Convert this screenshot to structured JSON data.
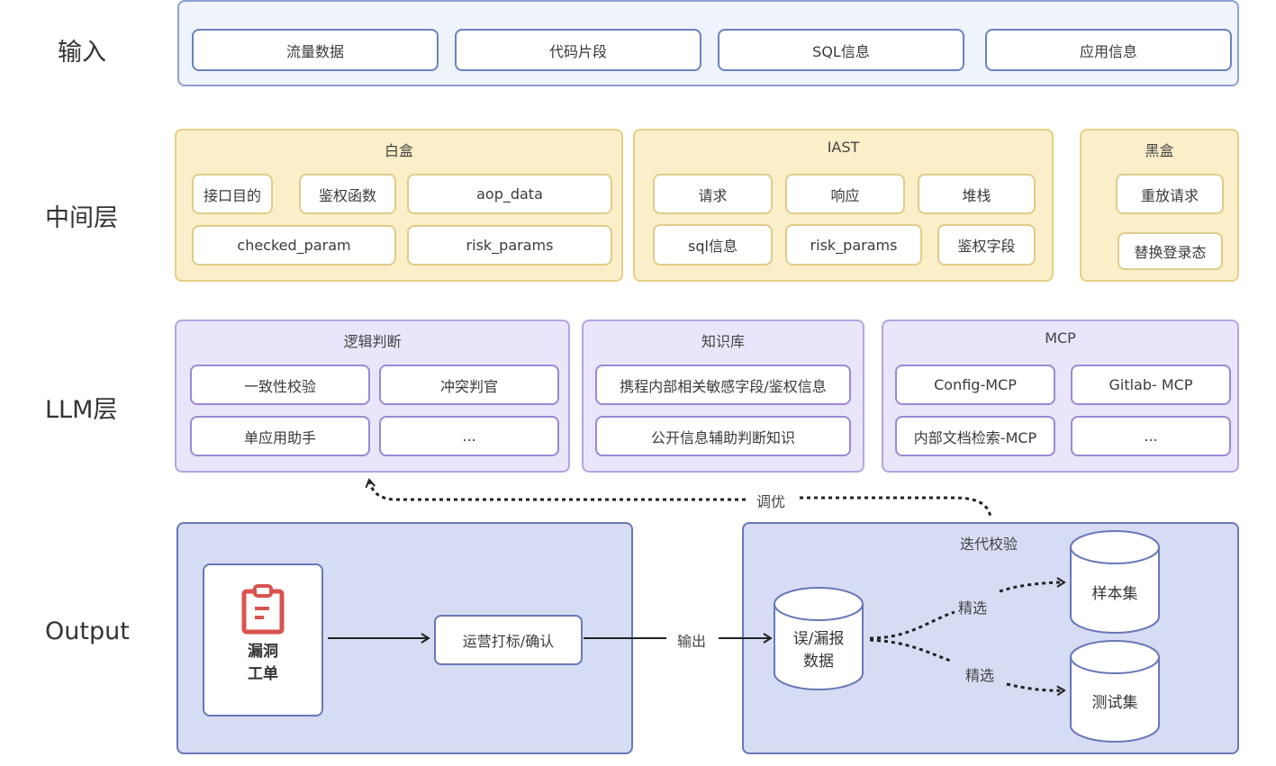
{
  "layers": {
    "input": "输入",
    "middle": "中间层",
    "llm": "LLM层",
    "output": "Output"
  },
  "input_items": [
    "流量数据",
    "代码片段",
    "SQL信息",
    "应用信息"
  ],
  "middle": {
    "whitebox": {
      "title": "白盒",
      "items": [
        "接口目的",
        "鉴权函数",
        "aop_data",
        "checked_param",
        "risk_params"
      ]
    },
    "iast": {
      "title": "IAST",
      "items": [
        "请求",
        "响应",
        "堆栈",
        "sql信息",
        "risk_params",
        "鉴权字段"
      ]
    },
    "blackbox": {
      "title": "黑盒",
      "items": [
        "重放请求",
        "替换登录态"
      ]
    }
  },
  "llm": {
    "logic": {
      "title": "逻辑判断",
      "items": [
        "一致性校验",
        "冲突判官",
        "单应用助手",
        "..."
      ]
    },
    "knowledge": {
      "title": "知识库",
      "items": [
        "携程内部相关敏感字段/鉴权信息",
        "公开信息辅助判断知识"
      ]
    },
    "mcp": {
      "title": "MCP",
      "items": [
        "Config-MCP",
        "Gitlab- MCP",
        "内部文档检索-MCP",
        "..."
      ]
    }
  },
  "output": {
    "ticket": {
      "line1": "漏洞",
      "line2": "工单",
      "icon": "clipboard-icon"
    },
    "ops_label": "运营打标/确认",
    "output_edge": "输出",
    "iteration": {
      "title": "迭代校验",
      "source": {
        "line1": "误/漏报",
        "line2": "数据"
      },
      "select_label_1": "精选",
      "select_label_2": "精选",
      "sample_set": "样本集",
      "test_set": "测试集"
    },
    "tune_label": "调优"
  },
  "colors": {
    "input_border": "#8ba2d4",
    "middle_fill": "#fbefc9",
    "llm_fill": "#ebe5fb",
    "output_fill": "#d6dcf4",
    "icon_red": "#d9534f"
  }
}
